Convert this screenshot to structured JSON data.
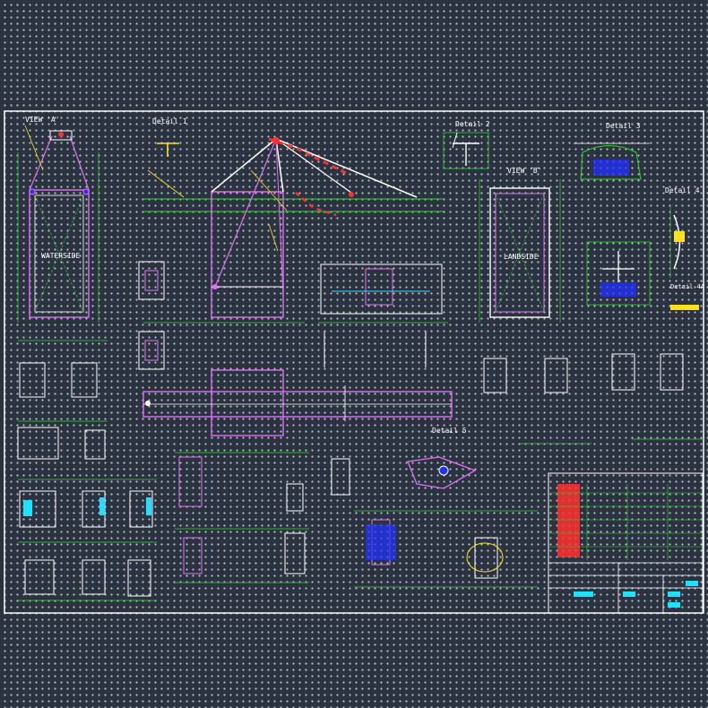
{
  "colors": {
    "background": "#2c3340",
    "grid_dot": "#b9c2cc",
    "border": "#ffffff",
    "green": "#2fd12f",
    "magenta": "#e070f0",
    "red": "#ff3030",
    "yellow": "#ffe020",
    "cyan": "#20e0ff",
    "blue": "#2030ff"
  },
  "labels": {
    "view_a": "VIEW 'A'",
    "view_b": "VIEW 'B'",
    "waterside": "WATERSIDE",
    "landside": "LANDSIDE",
    "detail_1": "Detail 1",
    "detail_2": "Detail 2",
    "detail_3": "Detail 3",
    "detail_4": "Detail 4",
    "detail_5": "Detail 5",
    "detail_4a": "Detail 4A"
  },
  "icons": {
    "north_arrow": "arrow-icon"
  }
}
